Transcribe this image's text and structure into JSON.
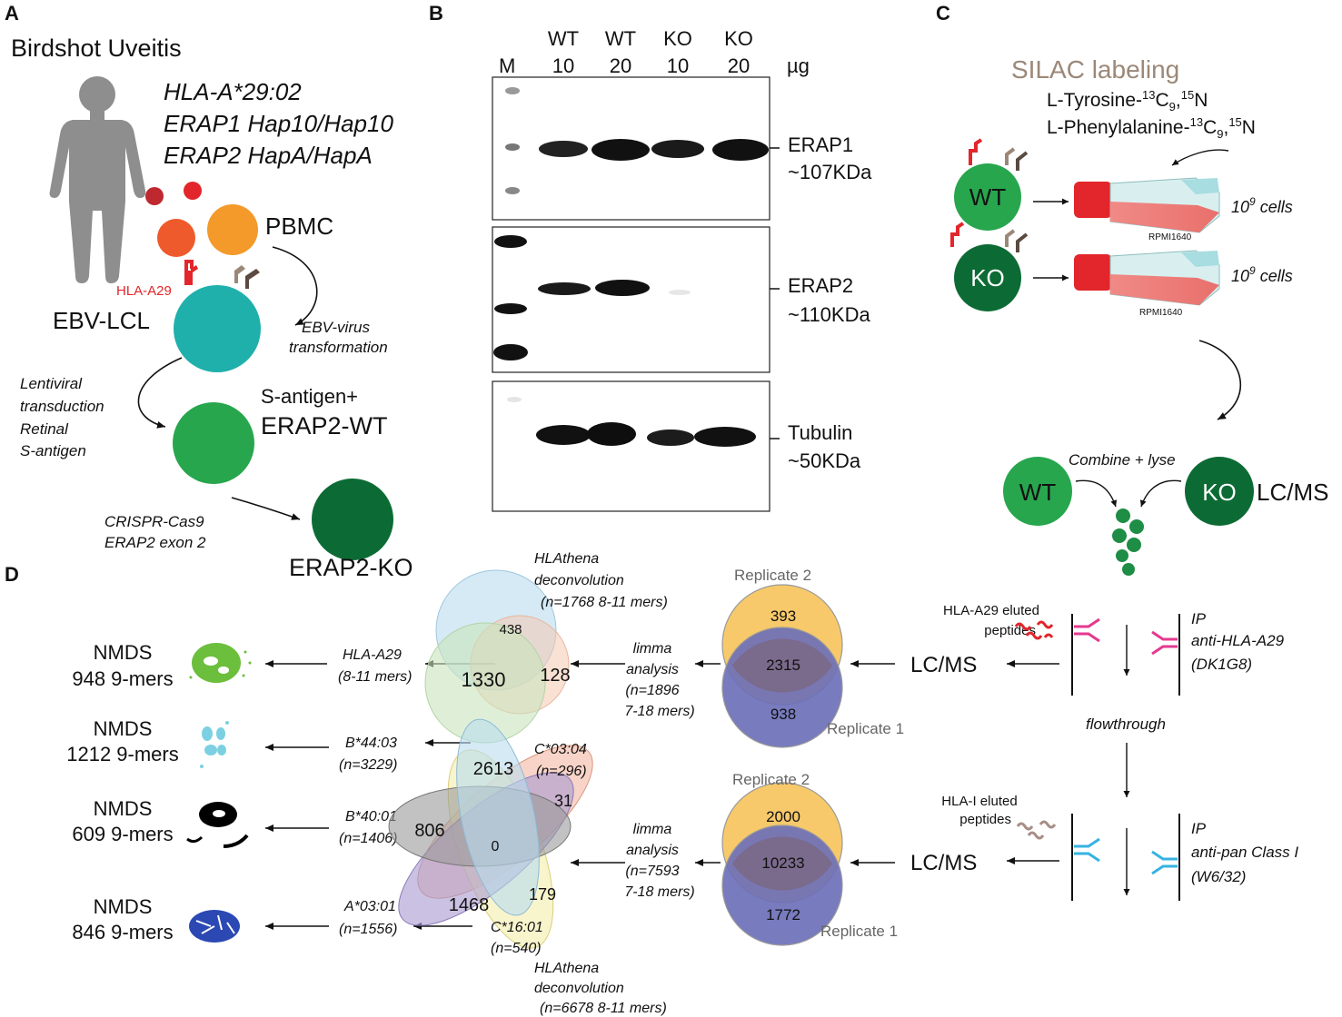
{
  "panels": {
    "a": "A",
    "b": "B",
    "c": "C",
    "d": "D"
  },
  "colors": {
    "teal": "#1fb0ac",
    "green": "#27a64e",
    "dark_green": "#0c6b34",
    "red": "#e2262b",
    "orange": "#f39a2b",
    "orange_red": "#ee5a2b",
    "dark_red": "#c0282f",
    "grey_figure": "#8e8e8e",
    "yellow_venn": "#f7c96b",
    "blue_venn": "#6c70b8",
    "magenta": "#e4398f",
    "cyan": "#36b3e1",
    "silac": "#9b8878"
  },
  "a": {
    "title": "Birdshot Uveitis",
    "genotype": [
      "HLA-A*29:02",
      "ERAP1 Hap10/Hap10",
      "ERAP2 HapA/HapA"
    ],
    "pbmc": "PBMC",
    "hla_a29": "HLA-A29",
    "ebv_lcl": "EBV-LCL",
    "ebv_transformation": [
      "EBV-virus",
      "transformation"
    ],
    "lentiviral": [
      "Lentiviral",
      "transduction",
      "Retinal",
      "S-antigen"
    ],
    "s_antigen": [
      "S-antigen+",
      "ERAP2-WT"
    ],
    "crispr": [
      "CRISPR-Cas9",
      "ERAP2 exon 2"
    ],
    "erap2_ko": "ERAP2-KO"
  },
  "b": {
    "marker": "M",
    "lanes": [
      {
        "line1": "WT",
        "line2": "10"
      },
      {
        "line1": "WT",
        "line2": "20"
      },
      {
        "line1": "KO",
        "line2": "10"
      },
      {
        "line1": "KO",
        "line2": "20"
      }
    ],
    "unit": "µg",
    "blots": [
      {
        "protein": "ERAP1",
        "size": "~107KDa"
      },
      {
        "protein": "ERAP2",
        "size": "~110KDa"
      },
      {
        "protein": "Tubulin",
        "size": "~50KDa"
      }
    ]
  },
  "c": {
    "title": "SILAC labeling",
    "label1_main": "L-Tyrosine-",
    "label1_sup1": "13",
    "label1_c": "C",
    "label1_sub": "9",
    "label1_sep": ",",
    "label1_sup2": "15",
    "label1_n": "N",
    "label2_main": "L-Phenylalanine-",
    "label2_sup1": "13",
    "label2_c": "C",
    "label2_sub": "9",
    "label2_sep": ",",
    "label2_sup2": "15",
    "label2_n": "N",
    "wt": "WT",
    "ko": "KO",
    "cells_base": "10",
    "cells_exp": "9",
    "cells_suffix": " cells",
    "medium": "RPMI1640",
    "combine": "Combine + lyse",
    "lcms": "LC/MS"
  },
  "d": {
    "top": {
      "nmds": [
        {
          "line1": "NMDS",
          "line2": "948 9-mers"
        }
      ],
      "hla_label": [
        "HLA-A29",
        "(8-11 mers)"
      ],
      "deconvolution": [
        "HLAthena",
        "deconvolution",
        "(n=1768 8-11 mers)"
      ],
      "venn": {
        "center": "1330",
        "top_right": "438",
        "right": "128"
      },
      "limma": [
        "limma",
        "analysis",
        "(n=1896",
        "7-18 mers)"
      ],
      "replicate2": "Replicate 2",
      "replicate1": "Replicate 1",
      "rep_counts": {
        "top": "393",
        "middle": "2315",
        "bottom": "938"
      },
      "lcms": "LC/MS",
      "eluted": [
        "HLA-A29 eluted",
        "peptides"
      ],
      "ip": [
        "IP",
        "anti-HLA-A29",
        "(DK1G8)"
      ]
    },
    "flowthrough": "flowthrough",
    "bottom": {
      "nmds": [
        {
          "line1": "NMDS",
          "line2": "1212 9-mers"
        },
        {
          "line1": "NMDS",
          "line2": "609 9-mers"
        },
        {
          "line1": "NMDS",
          "line2": "846 9-mers"
        }
      ],
      "alleles": [
        {
          "name": "B*44:03",
          "n": "(n=3229)"
        },
        {
          "name": "B*40:01",
          "n": "(n=1406)"
        },
        {
          "name": "A*03:01",
          "n": "(n=1556)"
        },
        {
          "name": "C*03:04",
          "n": "(n=296)"
        },
        {
          "name": "C*16:01",
          "n": "(n=540)"
        }
      ],
      "petals": {
        "blue": "2613",
        "red": "31",
        "grey": "806",
        "center": "0",
        "yellow": "179",
        "purple": "1468"
      },
      "deconvolution": [
        "HLAthena",
        "deconvolution",
        "(n=6678 8-11 mers)"
      ],
      "limma": [
        "limma",
        "analysis",
        "(n=7593",
        "7-18 mers)"
      ],
      "replicate2": "Replicate 2",
      "replicate1": "Replicate 1",
      "rep_counts": {
        "top": "2000",
        "middle": "10233",
        "bottom": "1772"
      },
      "lcms": "LC/MS",
      "eluted": [
        "HLA-I eluted",
        "peptides"
      ],
      "ip": [
        "IP",
        "anti-pan Class I",
        "(W6/32)"
      ]
    }
  }
}
